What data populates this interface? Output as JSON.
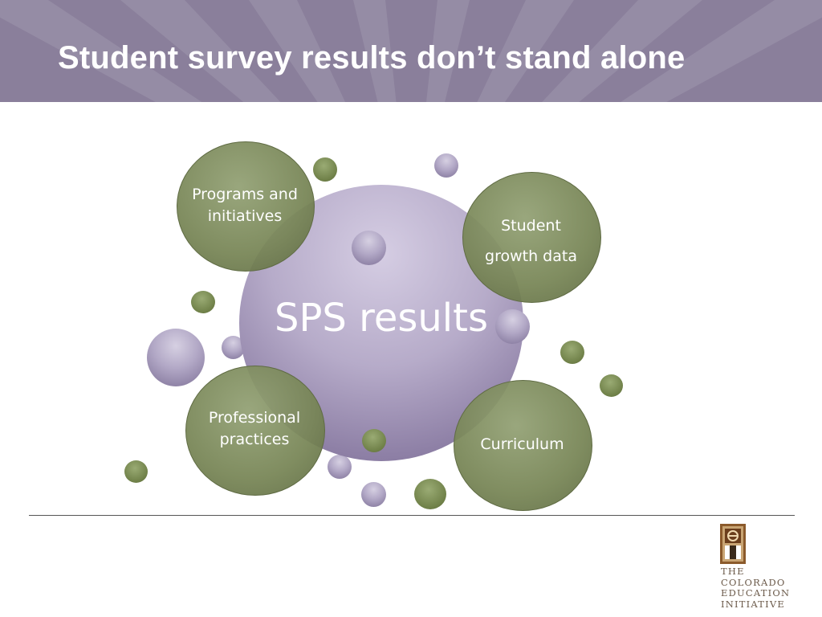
{
  "slide": {
    "title": "Student survey results don’t stand alone"
  },
  "diagram": {
    "center": {
      "label": "SPS results"
    },
    "nodes": [
      {
        "id": "programs",
        "lines": [
          "Programs and",
          "initiatives"
        ]
      },
      {
        "id": "student-growth",
        "lines": [
          "Student",
          "growth data"
        ]
      },
      {
        "id": "professional",
        "lines": [
          "Professional",
          "practices"
        ]
      },
      {
        "id": "curriculum",
        "lines": [
          "Curriculum"
        ]
      }
    ]
  },
  "logo": {
    "lines": [
      "THE",
      "COLORADO",
      "EDUCATION",
      "INITIATIVE"
    ]
  },
  "colors": {
    "header": "#8a7f9b",
    "green": "#76854f",
    "purple": "#b2a8c6"
  }
}
